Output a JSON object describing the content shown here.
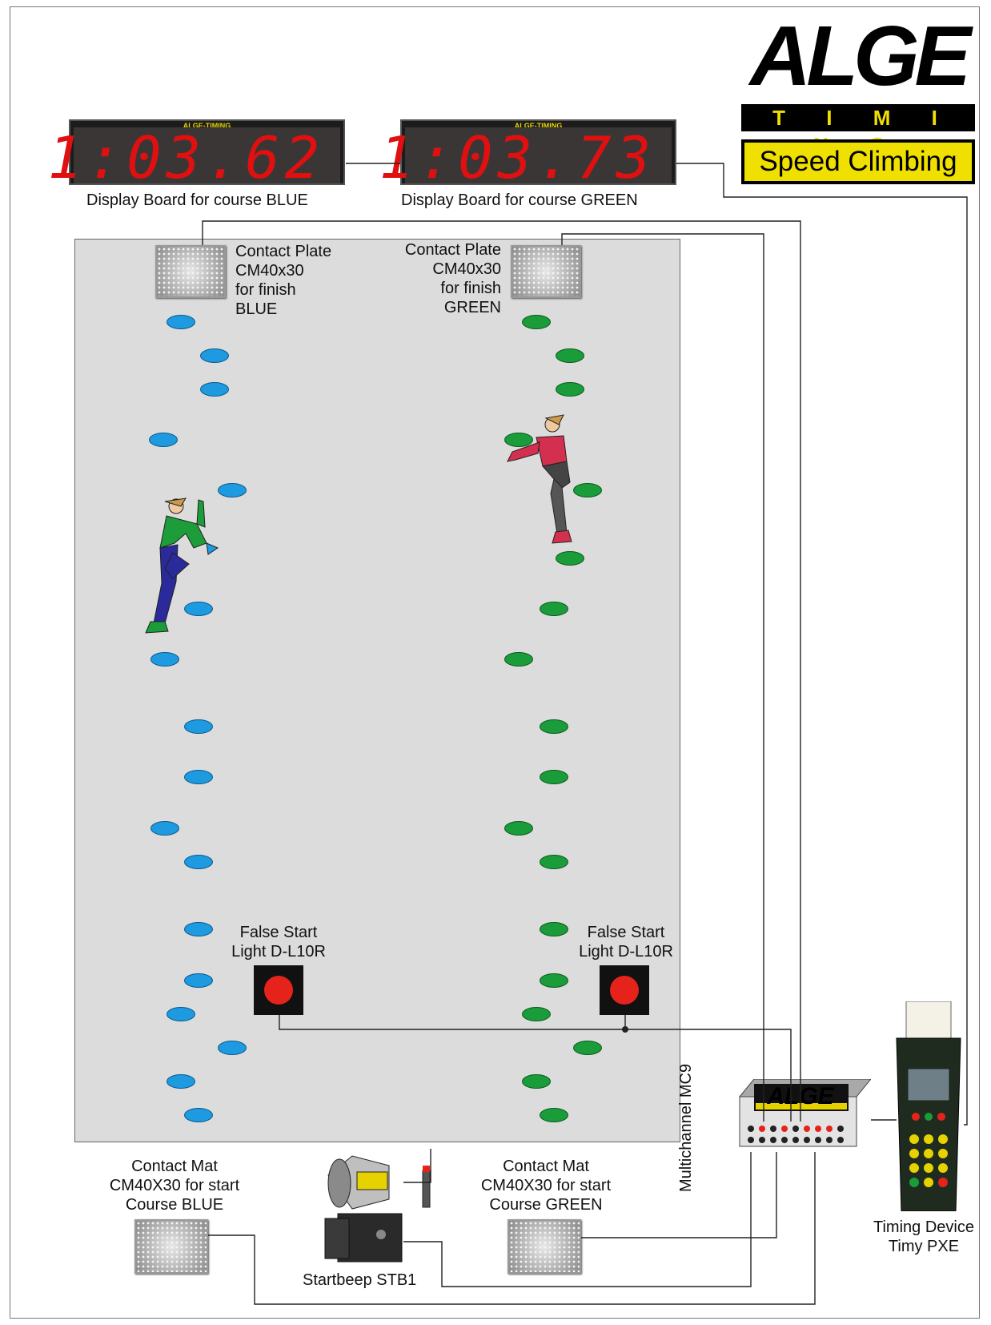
{
  "logo": {
    "brand": "ALGE",
    "sub": "T I M I N G",
    "title": "Speed Climbing"
  },
  "boards": [
    {
      "brand": "ALGE-TIMING",
      "time": "1:03.62",
      "label": "Display Board for course BLUE"
    },
    {
      "brand": "ALGE-TIMING",
      "time": "1:03.73",
      "label": "Display Board for course GREEN"
    }
  ],
  "finish_plates": [
    {
      "label": "Contact Plate\nCM40x30\nfor finish\nBLUE"
    },
    {
      "label": "Contact Plate\nCM40x30\nfor finish\nGREEN"
    }
  ],
  "false_start": [
    {
      "label": "False Start\nLight D-L10R"
    },
    {
      "label": "False Start\nLight D-L10R"
    }
  ],
  "start_mats": [
    {
      "label": "Contact Mat\nCM40X30 for start\nCourse BLUE"
    },
    {
      "label": "Contact Mat\nCM40X30 for start\nCourse GREEN"
    }
  ],
  "devices": {
    "startbeep": "Startbeep STB1",
    "multichannel": "Multichannel MC9",
    "mc9_brand": "ALGE",
    "timing_device": "Timing Device\nTimy PXE"
  },
  "colors": {
    "blue_holds": "#1e9ae0",
    "green_holds": "#1a9c3a",
    "lamp": "#e5231b",
    "logo_yellow": "#f0e000",
    "digits": "#e01010"
  }
}
